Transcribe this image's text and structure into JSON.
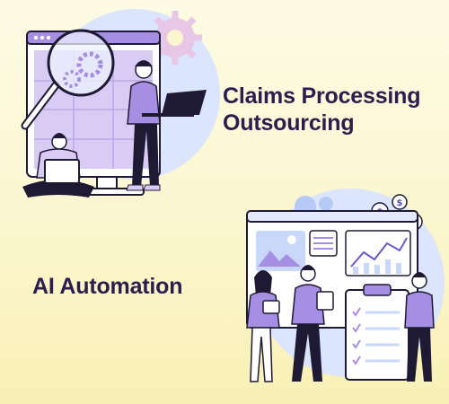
{
  "headings": {
    "claims_line1": "Claims Processing",
    "claims_line2": "Outsourcing",
    "ai": "AI Automation"
  },
  "icons": {
    "top_illustration": "magnifier-monitor-people-illustration",
    "bottom_illustration": "dashboard-team-clipboard-illustration"
  },
  "colors": {
    "background": "#fbf6cf",
    "heading_text": "#2b1d4e",
    "accent_purple": "#a68ee3",
    "accent_lavender": "#d8ccf4",
    "accent_blue": "#c9d7fb",
    "dark_navy": "#1f1a33"
  }
}
